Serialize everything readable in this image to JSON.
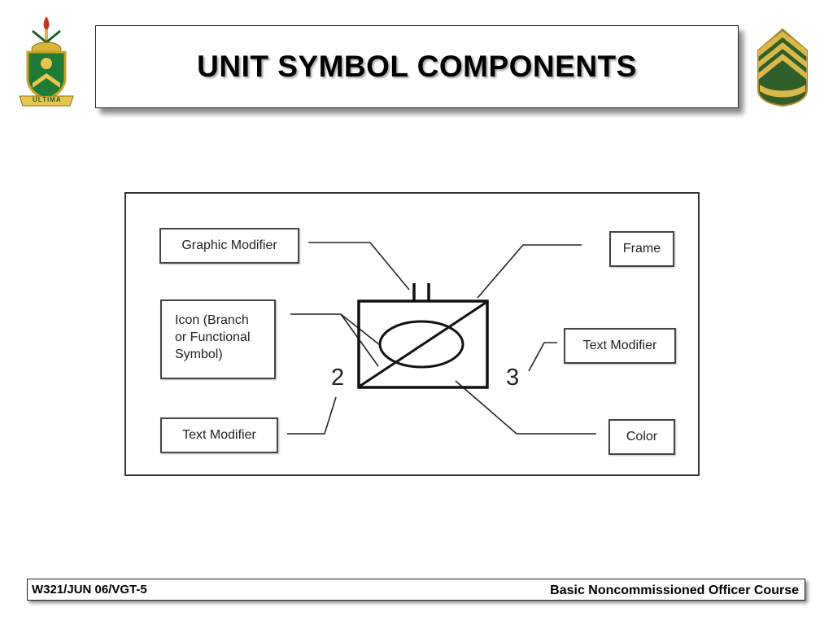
{
  "slide": {
    "title": "UNIT SYMBOL COMPONENTS",
    "left_logo_icon": "regimental-crest",
    "left_logo_motto": "ULTIMA",
    "right_logo_icon": "staff-sergeant-chevrons"
  },
  "diagram": {
    "labels": {
      "graphic_modifier": "Graphic Modifier",
      "icon": "Icon (Branch\nor Functional\nSymbol)",
      "text_modifier_left": "Text Modifier",
      "frame": "Frame",
      "text_modifier_right": "Text Modifier",
      "color": "Color"
    },
    "numbers": {
      "left": "2",
      "right": "3"
    }
  },
  "footer": {
    "left": "W321/JUN 06/VGT-5",
    "right": "Basic Noncommissioned Officer Course"
  }
}
